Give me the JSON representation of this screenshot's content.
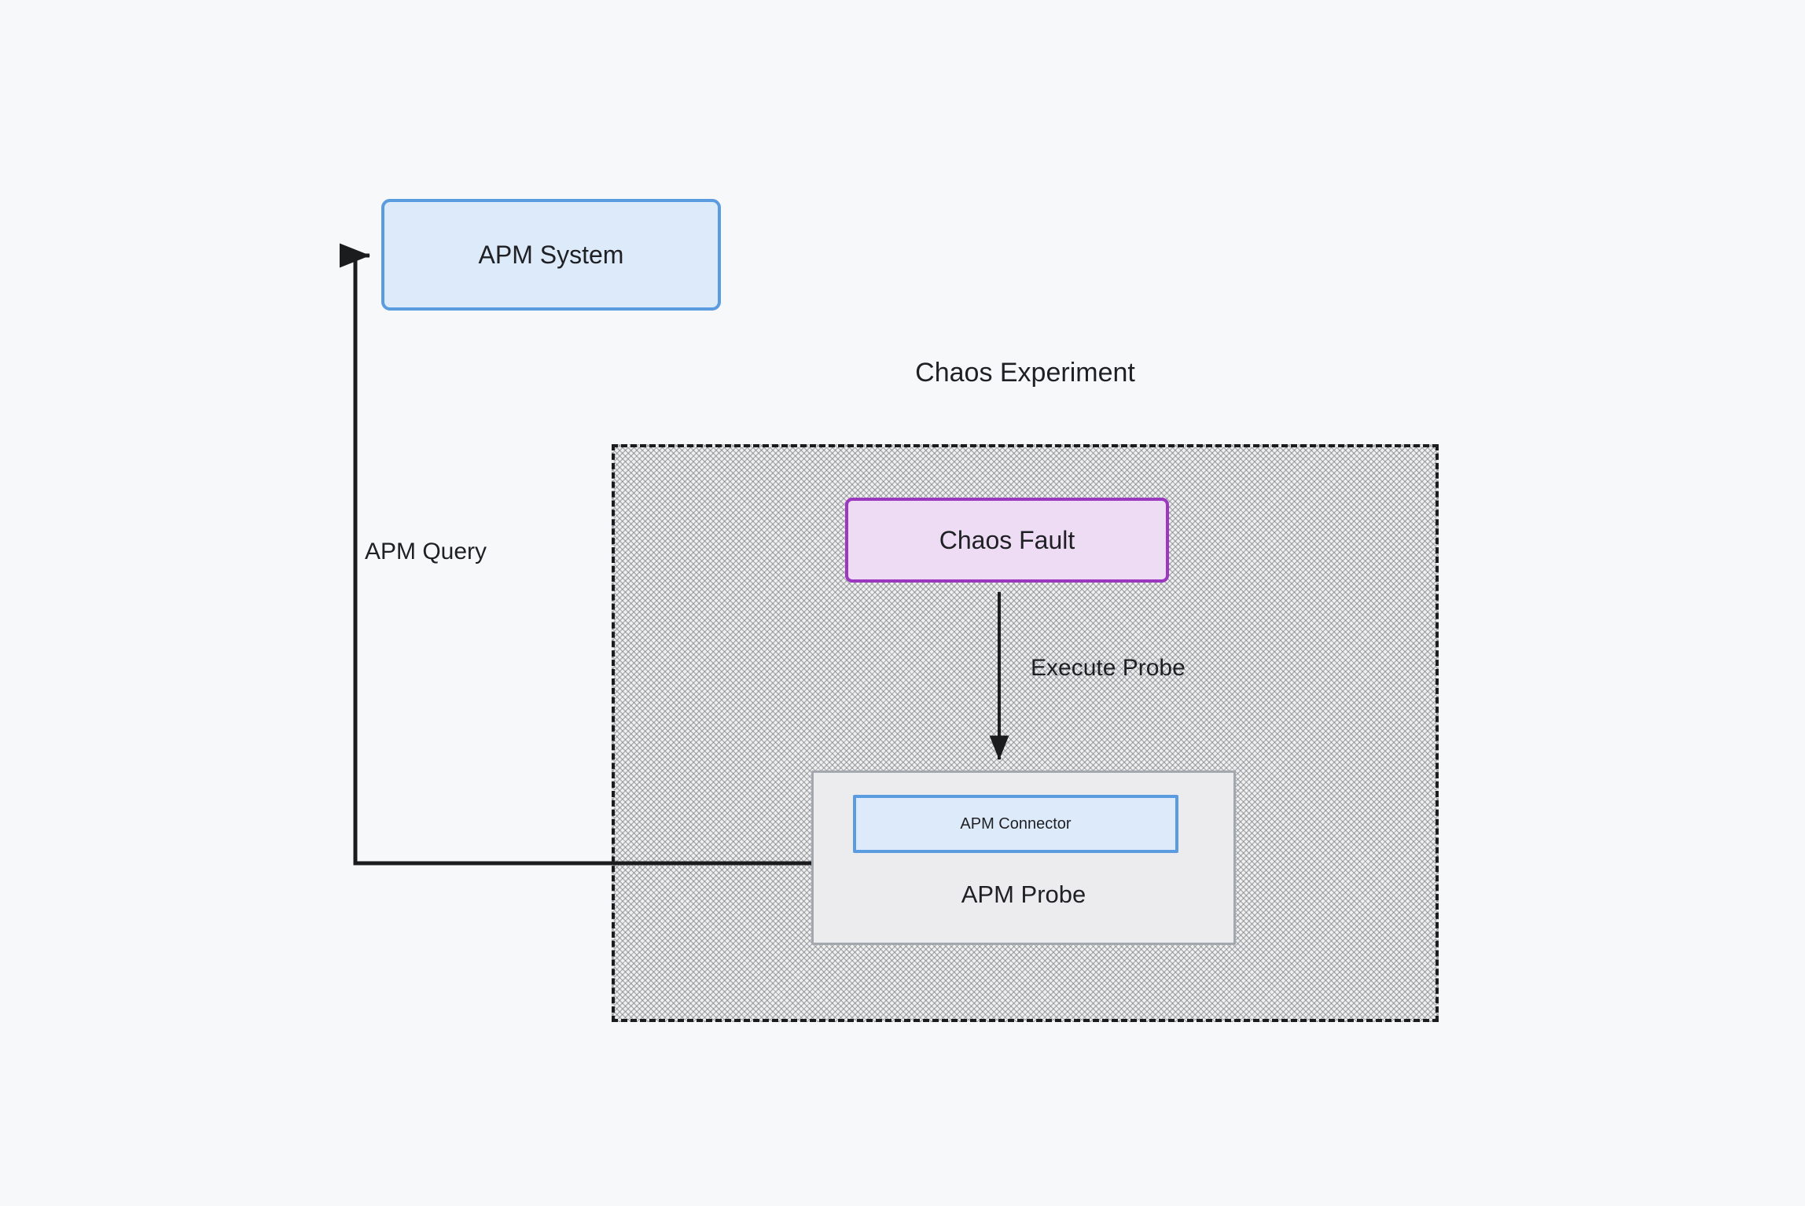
{
  "diagram": {
    "title": "Chaos Experiment",
    "background_color": "#f7f8fa",
    "nodes": {
      "apm_system": {
        "label": "APM System",
        "fill": "#ddeafa",
        "stroke": "#5b9ce0"
      },
      "chaos_fault": {
        "label": "Chaos Fault",
        "fill": "#eedcf4",
        "stroke": "#9c38c0"
      },
      "apm_probe": {
        "label": "APM Probe",
        "fill": "#ececee",
        "stroke": "#a3a8af"
      },
      "apm_connector": {
        "label": "APM Connector",
        "fill": "#ddeafa",
        "stroke": "#5b9ce0"
      }
    },
    "edges": {
      "apm_query": {
        "label": "APM Query",
        "from": "apm_probe",
        "to": "apm_system",
        "color": "#1b1c1e"
      },
      "execute_probe": {
        "label": "Execute Probe",
        "from": "chaos_fault",
        "to": "apm_probe",
        "color": "#1b1c1e"
      }
    },
    "container": {
      "label": "Chaos Experiment",
      "border_style": "dashed",
      "border_color": "#1b1c1e",
      "fill_pattern": "diagonal-crosshatch"
    }
  }
}
